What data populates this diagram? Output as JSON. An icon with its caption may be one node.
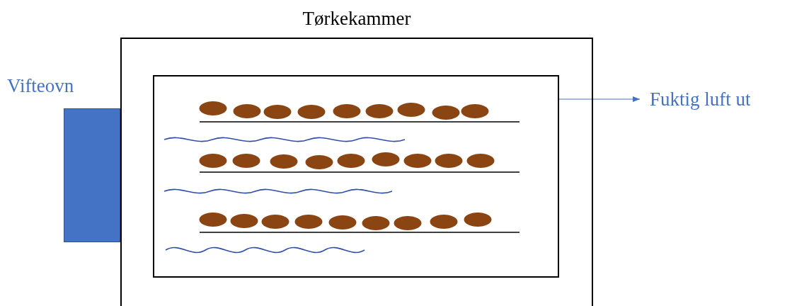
{
  "diagram": {
    "nodes": [
      {
        "text": [
          "Tørkekammer"
        ]
      },
      {
        "text": [],
        "shape": "box",
        "in": 0
      },
      {
        "text": [
          "Vifteovn"
        ]
      },
      {
        "text": [
          "Fuktig luft ut"
        ]
      }
    ],
    "edges": [
      {
        "from": 1,
        "to": 3,
        "arrow": "to"
      }
    ]
  }
}
